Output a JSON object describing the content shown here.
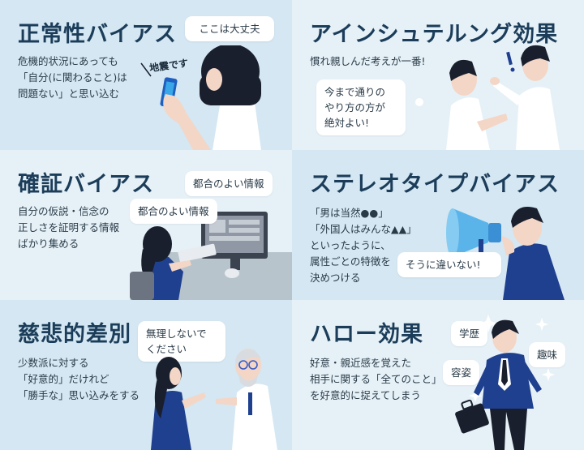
{
  "panels": [
    {
      "title": "正常性バイアス",
      "description": "危機的状況にあっても\n「自分(に関わること)は\n問題ない」と思い込む",
      "bubble": "ここは大丈夫",
      "phone_text": "地震です"
    },
    {
      "title": "アインシュテルング効果",
      "description": "慣れ親しんだ考えが一番!",
      "bubble": "今まで通りの\nやり方の方が\n絶対よい!"
    },
    {
      "title": "確証バイアス",
      "description": "自分の仮説・信念の\n正しさを証明する情報\nばかり集める",
      "bubbles": [
        "都合のよい情報",
        "都合のよい情報"
      ]
    },
    {
      "title": "ステレオタイプバイアス",
      "description": "「男は当然●●」\n「外国人はみんな▲▲」\nといったように、\n属性ごとの特徴を\n決めつける",
      "bubble": "そうに違いない!"
    },
    {
      "title": "慈悲的差別",
      "description": "少数派に対する\n「好意的」だけれど\n「勝手な」思い込みをする",
      "bubble": "無理しないで\nください"
    },
    {
      "title": "ハロー効果",
      "description": "好意・親近感を覚えた\n相手に関する「全てのこと」\nを好意的に捉えてしまう",
      "bubbles": [
        "学歴",
        "趣味",
        "容姿"
      ]
    }
  ],
  "colors": {
    "panel_dark": "#d4e7f2",
    "panel_light": "#e6f1f7",
    "navy": "#1f3f8f",
    "hair": "#1a1f2e",
    "skin": "#f3d6c6"
  }
}
